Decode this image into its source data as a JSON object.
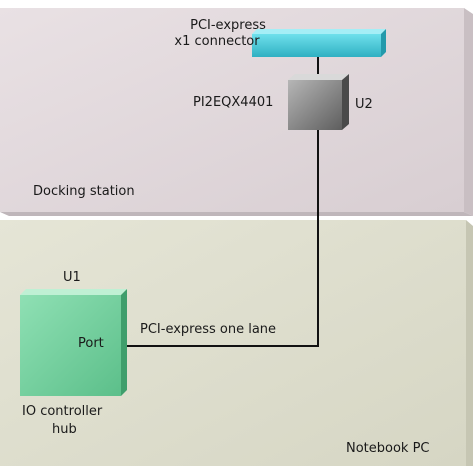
{
  "regions": {
    "docking_station": {
      "label": "Docking station",
      "fill": "#e3dade"
    },
    "notebook_pc": {
      "label": "Notebook PC",
      "fill": "#dfdfcf"
    }
  },
  "connector": {
    "line1": "PCI-express",
    "line2": "x1 connector",
    "color": "#3cc4d4"
  },
  "switch_chip": {
    "part": "PI2EQX4401",
    "ref": "U2",
    "color": "#8a8a8a"
  },
  "controller": {
    "ref": "U1",
    "port_label": "Port",
    "name_line1": "IO controller",
    "name_line2": "hub",
    "color": "#6ecf9c"
  },
  "link": {
    "label": "PCI-express one lane",
    "color": "#111111"
  }
}
